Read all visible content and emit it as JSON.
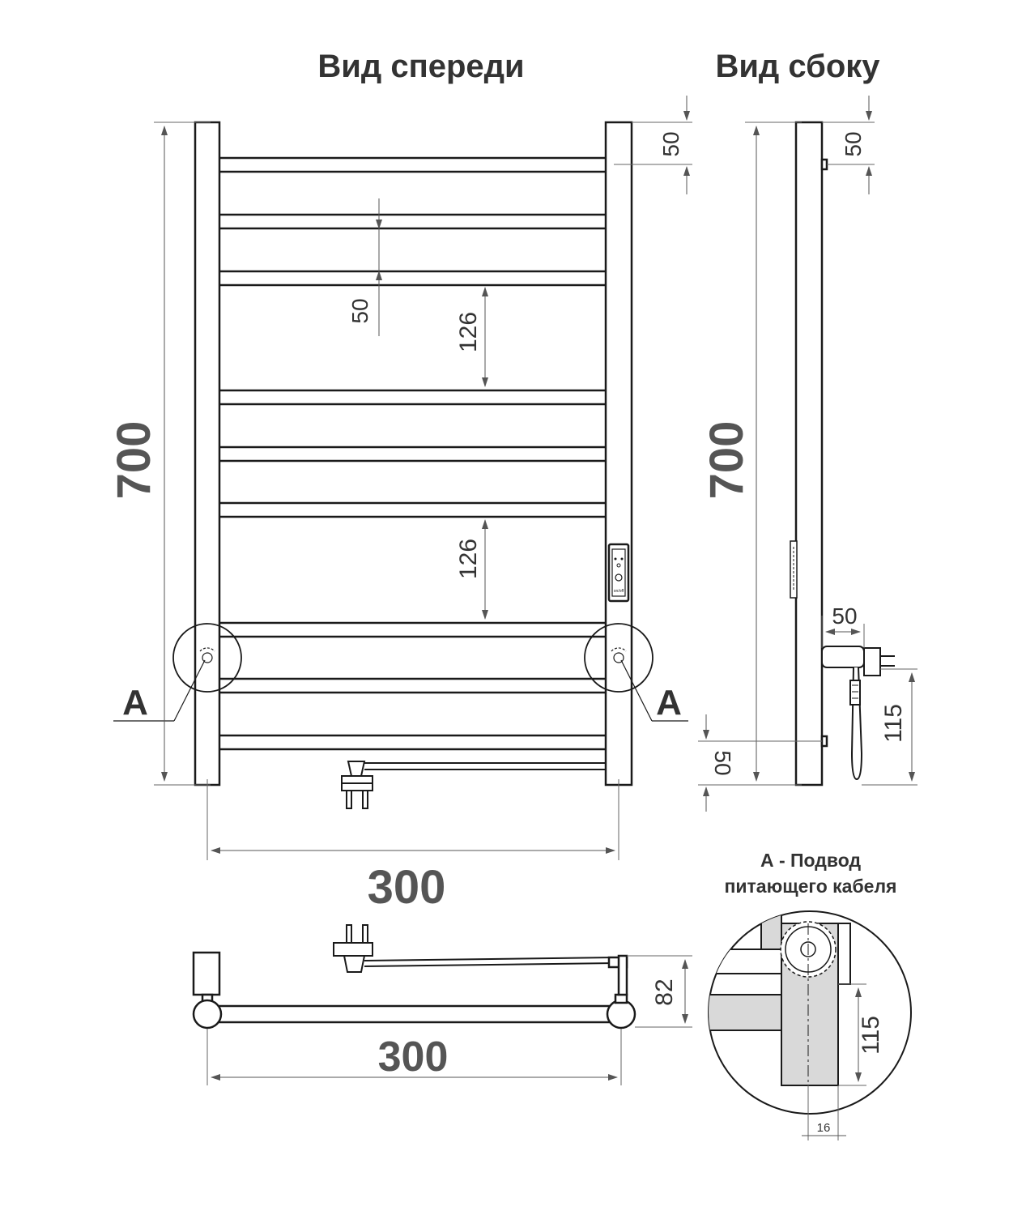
{
  "titles": {
    "front_view": "Вид спереди",
    "side_view": "Вид сбоку",
    "detail_title_line1": "А - Подвод",
    "detail_title_line2": "питающего кабеля"
  },
  "dimensions": {
    "front_height": "700",
    "side_height": "700",
    "front_width": "300",
    "top_width": "300",
    "top_offset": "50",
    "bar_spacing": "50",
    "gap_upper": "126",
    "gap_lower": "126",
    "side_top_offset": "50",
    "side_bottom_offset": "50",
    "side_depth": "50",
    "side_cable_height": "115",
    "top_depth": "82",
    "detail_height": "115",
    "detail_width": "16"
  },
  "callouts": {
    "left": "А",
    "right": "А"
  },
  "controller": {
    "label": "on/off"
  }
}
